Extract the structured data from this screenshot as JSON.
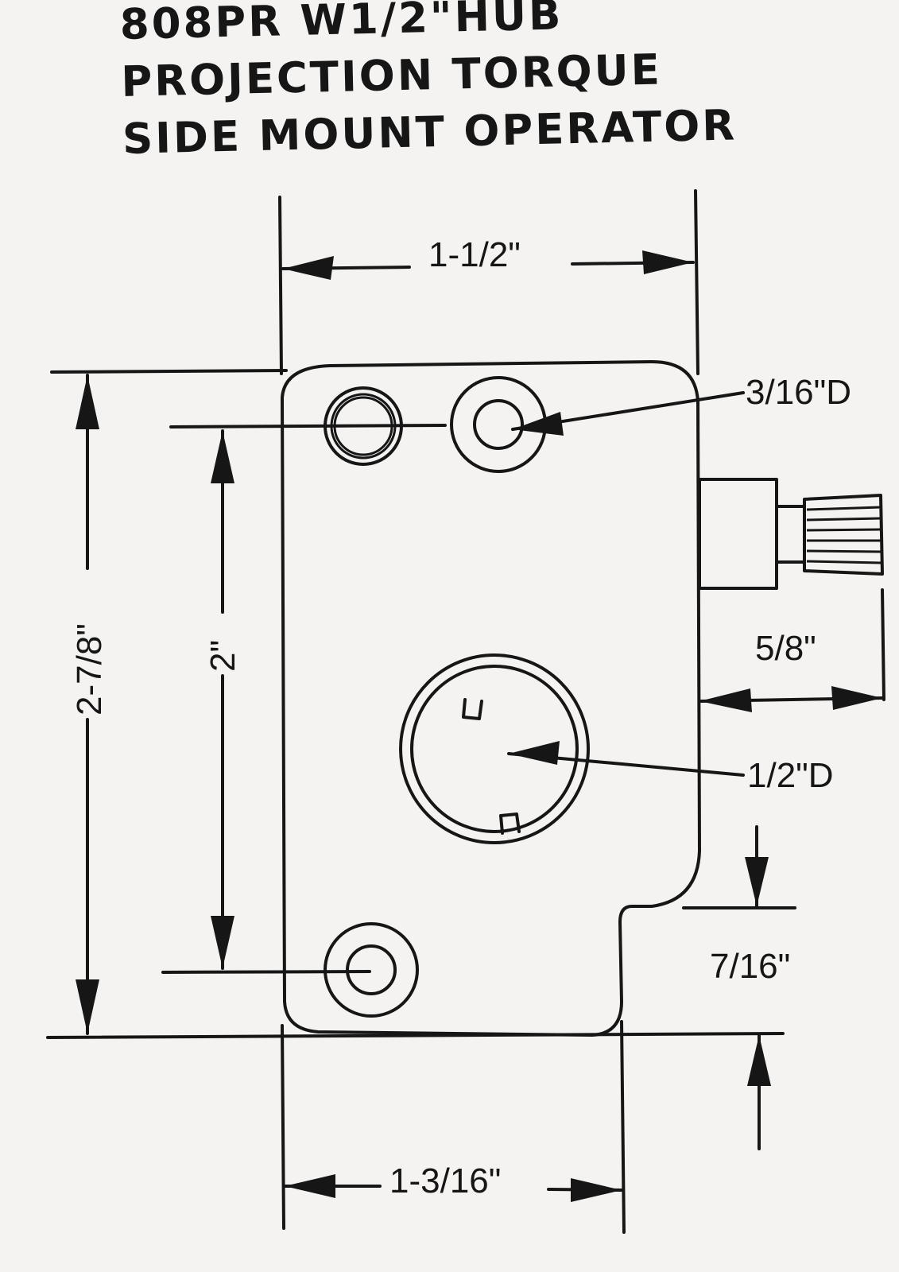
{
  "title": {
    "line1": "808PR W1/2\"HUB",
    "line2": "PROJECTION TORQUE",
    "line3": "SIDE MOUNT OPERATOR"
  },
  "dimensions": {
    "top_width": "1-1/2\"",
    "bottom_width": "1-3/16\"",
    "overall_height": "2-7/8\"",
    "hole_spacing": "2\"",
    "small_hole_dia": "3/16\"D",
    "hub_dia": "1/2\"D",
    "hub_projection": "5/8\"",
    "notch_height": "7/16\""
  }
}
